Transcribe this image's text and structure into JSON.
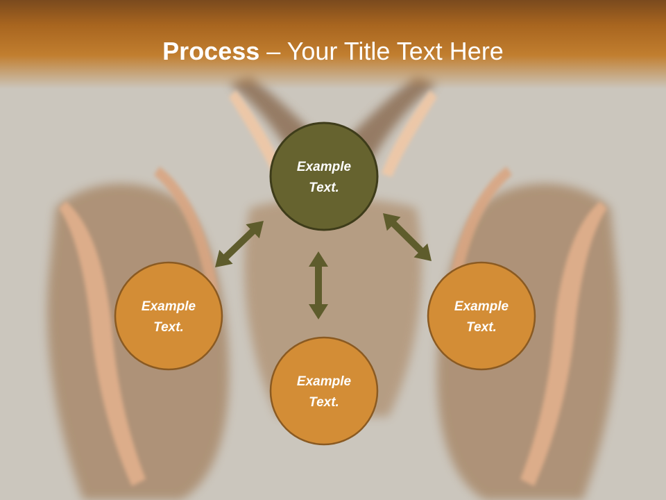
{
  "slide": {
    "title_bold": "Process",
    "title_separator": " – ",
    "title_rest": "Your Title Text Here"
  },
  "colors": {
    "header_dark": "#7a4a1e",
    "header_light": "#c17e2f",
    "background": "#cbc6bd",
    "center_node_fill": "#66632f",
    "outer_node_fill": "#d38d36",
    "node_border": "#8a5a22",
    "center_node_border": "#3e3c1a",
    "arrow": "#5e5c2c"
  },
  "diagram": {
    "nodes": [
      {
        "id": "top",
        "role": "center",
        "line1": "Example",
        "line2": "Text."
      },
      {
        "id": "left",
        "role": "outer",
        "line1": "Example",
        "line2": "Text."
      },
      {
        "id": "bottom",
        "role": "outer",
        "line1": "Example",
        "line2": "Text."
      },
      {
        "id": "right",
        "role": "outer",
        "line1": "Example",
        "line2": "Text."
      }
    ],
    "connectors": [
      {
        "from": "top",
        "to": "left",
        "direction": "both"
      },
      {
        "from": "top",
        "to": "bottom",
        "direction": "both"
      },
      {
        "from": "top",
        "to": "right",
        "direction": "both"
      }
    ]
  }
}
